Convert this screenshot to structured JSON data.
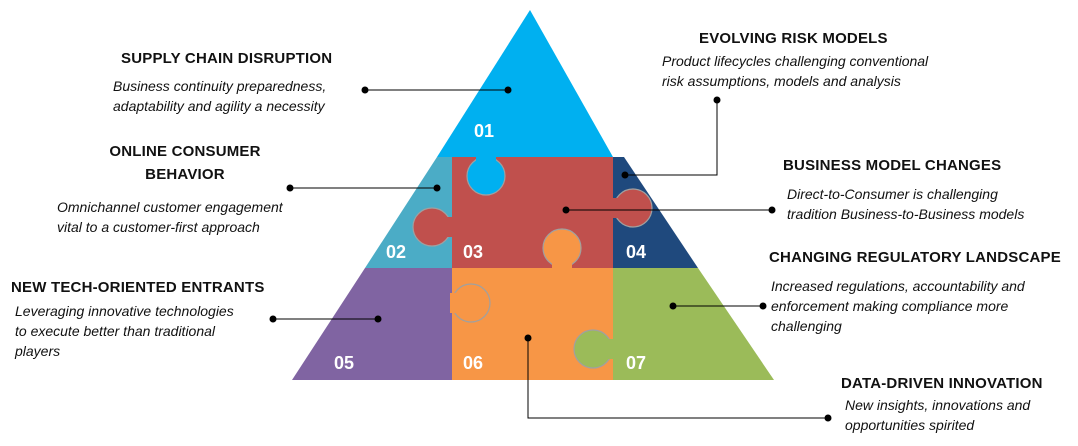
{
  "segments": [
    {
      "num": "01",
      "color": "#00b0f0"
    },
    {
      "num": "02",
      "color": "#4bacc6"
    },
    {
      "num": "03",
      "color": "#c0504d"
    },
    {
      "num": "04",
      "color": "#1f497d"
    },
    {
      "num": "05",
      "color": "#8064a2"
    },
    {
      "num": "06",
      "color": "#f79646"
    },
    {
      "num": "07",
      "color": "#9bbb59"
    }
  ],
  "callouts": {
    "supply_chain": {
      "title": "SUPPLY CHAIN DISRUPTION",
      "line1": "Business continuity preparedness,",
      "line2": "adaptability and agility a necessity"
    },
    "online_consumer": {
      "title1": "ONLINE CONSUMER",
      "title2": "BEHAVIOR",
      "line1": "Omnichannel customer engagement",
      "line2": "vital to a customer-first approach"
    },
    "new_tech": {
      "title": "NEW TECH-ORIENTED ENTRANTS",
      "line1": "Leveraging innovative technologies",
      "line2": "to execute better than traditional",
      "line3": "players"
    },
    "evolving_risk": {
      "title": "EVOLVING RISK MODELS",
      "line1": "Product lifecycles challenging conventional",
      "line2": "risk assumptions, models and analysis"
    },
    "business_model": {
      "title": "BUSINESS MODEL CHANGES",
      "line1": "Direct-to-Consumer is challenging",
      "line2": "tradition Business-to-Business models"
    },
    "regulatory": {
      "title": "CHANGING REGULATORY LANDSCAPE",
      "line1": "Increased regulations, accountability and",
      "line2": "enforcement making compliance more",
      "line3": "challenging"
    },
    "data_driven": {
      "title": "DATA-DRIVEN INNOVATION",
      "line1": "New insights, innovations and",
      "line2": "opportunities spirited"
    }
  }
}
